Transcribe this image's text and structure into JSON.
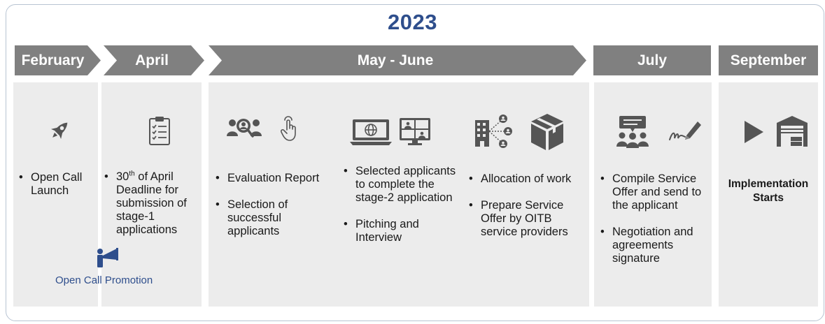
{
  "year": "2023",
  "stages": [
    {
      "label": "February"
    },
    {
      "label": "April"
    },
    {
      "label": "May - June"
    },
    {
      "label": "July"
    },
    {
      "label": "September"
    }
  ],
  "february": {
    "bullets": [
      "Open Call Launch"
    ],
    "promotion_label": "Open Call Promotion"
  },
  "april": {
    "day": "30",
    "day_suffix": "th",
    "rest": " of April Deadline for submission of stage-1 applications"
  },
  "may_june": {
    "col1": [
      "Evaluation Report",
      "Selection of successful applicants"
    ],
    "col2": [
      "Selected applicants to complete the stage-2 application",
      "Pitching and Interview"
    ],
    "col3": [
      "Allocation of work",
      "Prepare Service Offer by OITB service providers"
    ]
  },
  "july": {
    "bullets": [
      "Compile Service Offer and send to the applicant",
      "Negotiation and agreements signature"
    ]
  },
  "september": {
    "text": "Implementation Starts"
  },
  "colors": {
    "accent": "#2e4e8c",
    "chevron": "#808080",
    "panel": "#ececec",
    "icon": "#555555"
  }
}
